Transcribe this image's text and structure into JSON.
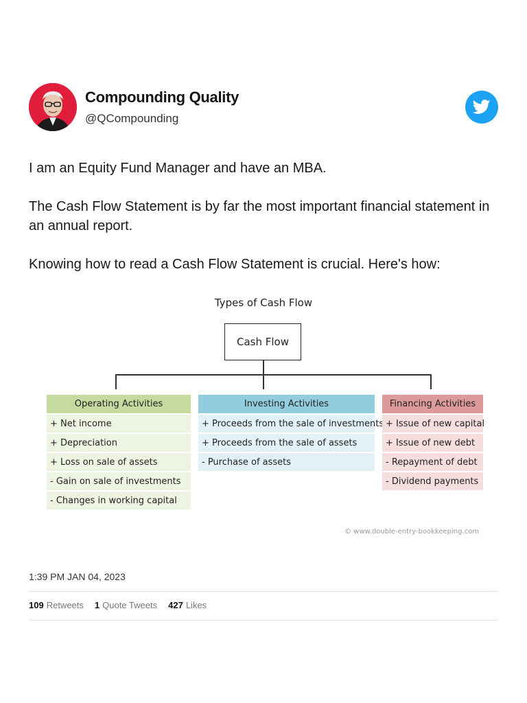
{
  "tweet": {
    "author_name": "Compounding Quality",
    "author_handle": "@QCompounding",
    "paragraphs": [
      "I am an Equity Fund Manager and have an MBA.",
      "The Cash Flow Statement is by far the most important financial statement in an annual report.",
      "Knowing how to read a Cash Flow Statement is crucial. Here's how:"
    ],
    "timestamp": "1:39 PM JAN 04, 2023",
    "stats": {
      "retweets_count": "109",
      "retweets_label": "Retweets",
      "quotes_count": "1",
      "quotes_label": "Quote Tweets",
      "likes_count": "427",
      "likes_label": "Likes"
    },
    "icons": {
      "avatar": "portrait-avatar",
      "brand": "twitter-bird-icon"
    },
    "colors": {
      "twitter_blue": "#1da1f2",
      "avatar_bg": "#e01e3c"
    }
  },
  "diagram": {
    "title": "Types of Cash Flow",
    "root": "Cash Flow",
    "columns": [
      {
        "header": "Operating Activities",
        "color": "#c4da9e",
        "items": [
          "+ Net income",
          "+ Depreciation",
          "+ Loss on sale of assets",
          "- Gain on sale of investments",
          "- Changes in working capital"
        ]
      },
      {
        "header": "Investing Activities",
        "color": "#92cddf",
        "items": [
          "+ Proceeds from the sale of investments",
          "+ Proceeds from the sale of assets",
          "- Purchase of assets"
        ]
      },
      {
        "header": "Financing Activities",
        "color": "#dd9a9a",
        "items": [
          "+ Issue of new capital",
          "+ Issue of new debt",
          "- Repayment of debt",
          "- Dividend payments"
        ]
      }
    ],
    "credit": "© www.double-entry-bookkeeping.com"
  }
}
